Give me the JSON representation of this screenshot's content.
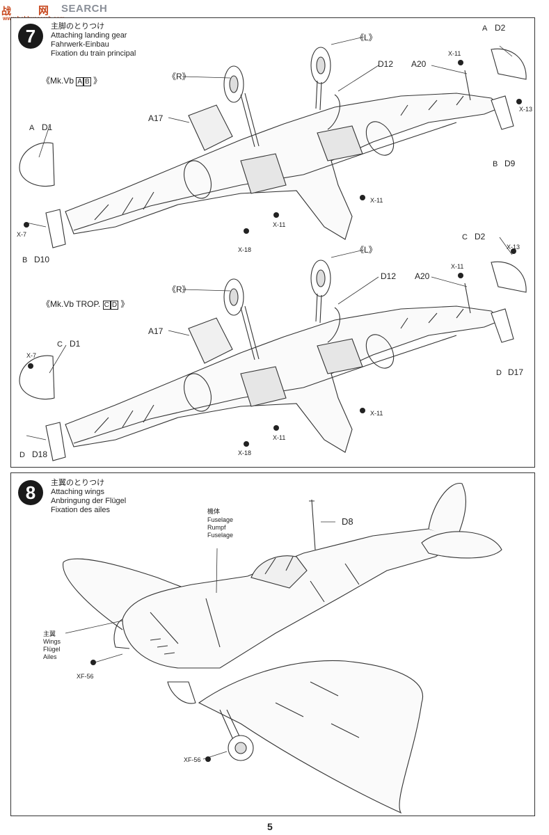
{
  "watermark": {
    "cn": "战",
    "tail": "网",
    "text": "SEARCH",
    "url": "www.hobbysearch.com"
  },
  "step7": {
    "number": "7",
    "title_ja": "主脚のとりつけ",
    "title_en": "Attaching landing gear",
    "title_de": "Fahrwerk-Einbau",
    "title_fr": "Fixation du train principal",
    "variant_a": "《Mk.Vb",
    "variant_a_boxes": [
      "A",
      "B"
    ],
    "variant_a_close": "》",
    "variant_b": "《Mk.Vb TROP.",
    "variant_b_boxes": [
      "C",
      "D"
    ],
    "variant_b_close": "》",
    "labels_a": {
      "L": "《L》",
      "R": "《R》",
      "D12": "D12",
      "A20": "A20",
      "A17": "A17",
      "D1_box": "A",
      "D1": "D1",
      "D2_box": "A",
      "D2": "D2",
      "D9_box": "B",
      "D9": "D9",
      "D10_box": "B",
      "D10": "D10",
      "X7": "X-7",
      "X11a": "X-11",
      "X11b": "X-11",
      "X11c": "X-11",
      "X13": "X-13",
      "X18": "X-18"
    },
    "labels_b": {
      "L": "《L》",
      "R": "《R》",
      "D12": "D12",
      "A20": "A20",
      "A17": "A17",
      "D1_box": "C",
      "D1": "D1",
      "D2_box": "C",
      "D2": "D2",
      "D17_box": "D",
      "D17": "D17",
      "D18_box": "D",
      "D18": "D18",
      "X7": "X-7",
      "X11a": "X-11",
      "X11b": "X-11",
      "X11c": "X-11",
      "X13": "X-13",
      "X18": "X-18"
    }
  },
  "step8": {
    "number": "8",
    "title_ja": "主翼のとりつけ",
    "title_en": "Attaching wings",
    "title_de": "Anbringung der Flügel",
    "title_fr": "Fixation des ailes",
    "fuselage": [
      "機体",
      "Fuselage",
      "Rumpf",
      "Fuselage"
    ],
    "wings": [
      "主翼",
      "Wings",
      "Flügel",
      "Ailes"
    ],
    "D8": "D8",
    "XF56a": "XF-56",
    "XF56b": "XF-56"
  },
  "page_number": "5"
}
